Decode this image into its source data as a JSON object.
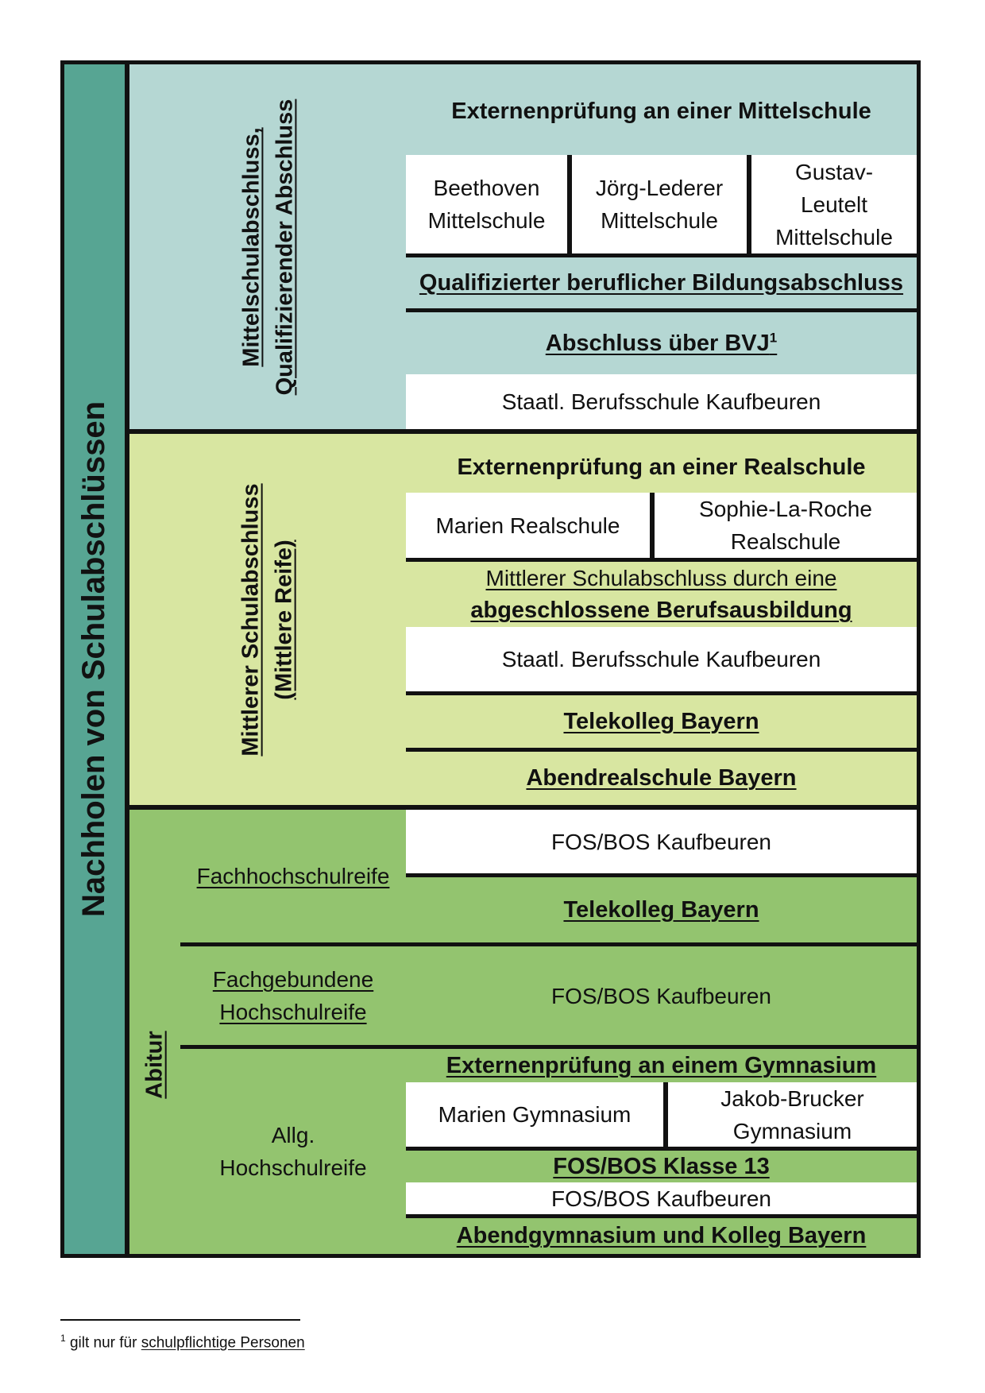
{
  "side_title": "Nachholen von Schulabschlüssen",
  "sections": {
    "mittelschul": {
      "title_line1": "Mittelschulabschluss,",
      "title_line2": "Qualifizierender Abschluss",
      "externen_title": "Externenprüfung an einer Mittelschule",
      "schools": [
        {
          "line1": "Beethoven",
          "line2": "Mittelschule"
        },
        {
          "line1": "Jörg-Lederer",
          "line2": "Mittelschule"
        },
        {
          "line1": "Gustav-",
          "line2": "Leutelt",
          "line3": "Mittelschule"
        }
      ],
      "qualifiziert": "Qualifizierter beruflicher Bildungsabschluss",
      "bvj": "Abschluss über BVJ",
      "bvj_footnote_mark": "1",
      "berufsschule": "Staatl. Berufsschule Kaufbeuren"
    },
    "mittlerer": {
      "title_line1": "Mittlerer Schulabschluss",
      "title_line2": "(Mittlere Reife)",
      "externen_title": "Externenprüfung an einer Realschule",
      "schools": [
        {
          "line1": "Marien Realschule"
        },
        {
          "line1": "Sophie-La-Roche",
          "line2": "Realschule"
        }
      ],
      "ausbildung_line1": "Mittlerer Schulabschluss durch eine",
      "ausbildung_line2": "abgeschlossene Berufsausbildung",
      "berufsschule": "Staatl. Berufsschule Kaufbeuren",
      "telekolleg": "Telekolleg Bayern",
      "abendrealschule": "Abendrealschule Bayern"
    },
    "abitur": {
      "title": "Abitur",
      "fachhochschulreife": {
        "label": "Fachhochschulreife",
        "fosbos": "FOS/BOS Kaufbeuren",
        "telekolleg": "Telekolleg Bayern"
      },
      "fachgebunden": {
        "label_line1": "Fachgebundene",
        "label_line2": "Hochschulreife",
        "fosbos": "FOS/BOS Kaufbeuren"
      },
      "allgemein": {
        "label_line1": "Allg.",
        "label_line2": "Hochschulreife",
        "externen_title": "Externenprüfung an einem Gymnasium",
        "schools": [
          {
            "line1": "Marien Gymnasium"
          },
          {
            "line1": "Jakob-Brucker",
            "line2": "Gymnasium"
          }
        ],
        "klasse13": "FOS/BOS Klasse 13",
        "fosbos": "FOS/BOS Kaufbeuren",
        "abendgymnasium": "Abendgymnasium und Kolleg Bayern"
      }
    }
  },
  "footnote": {
    "mark": "1",
    "text_prefix": "gilt nur für",
    "text_link": "schulpflichtige Personen"
  },
  "colors": {
    "side": "#57a593",
    "mittelschul": "#b5d7d3",
    "mittlerer": "#d8e6a1",
    "abitur": "#93c46f"
  }
}
